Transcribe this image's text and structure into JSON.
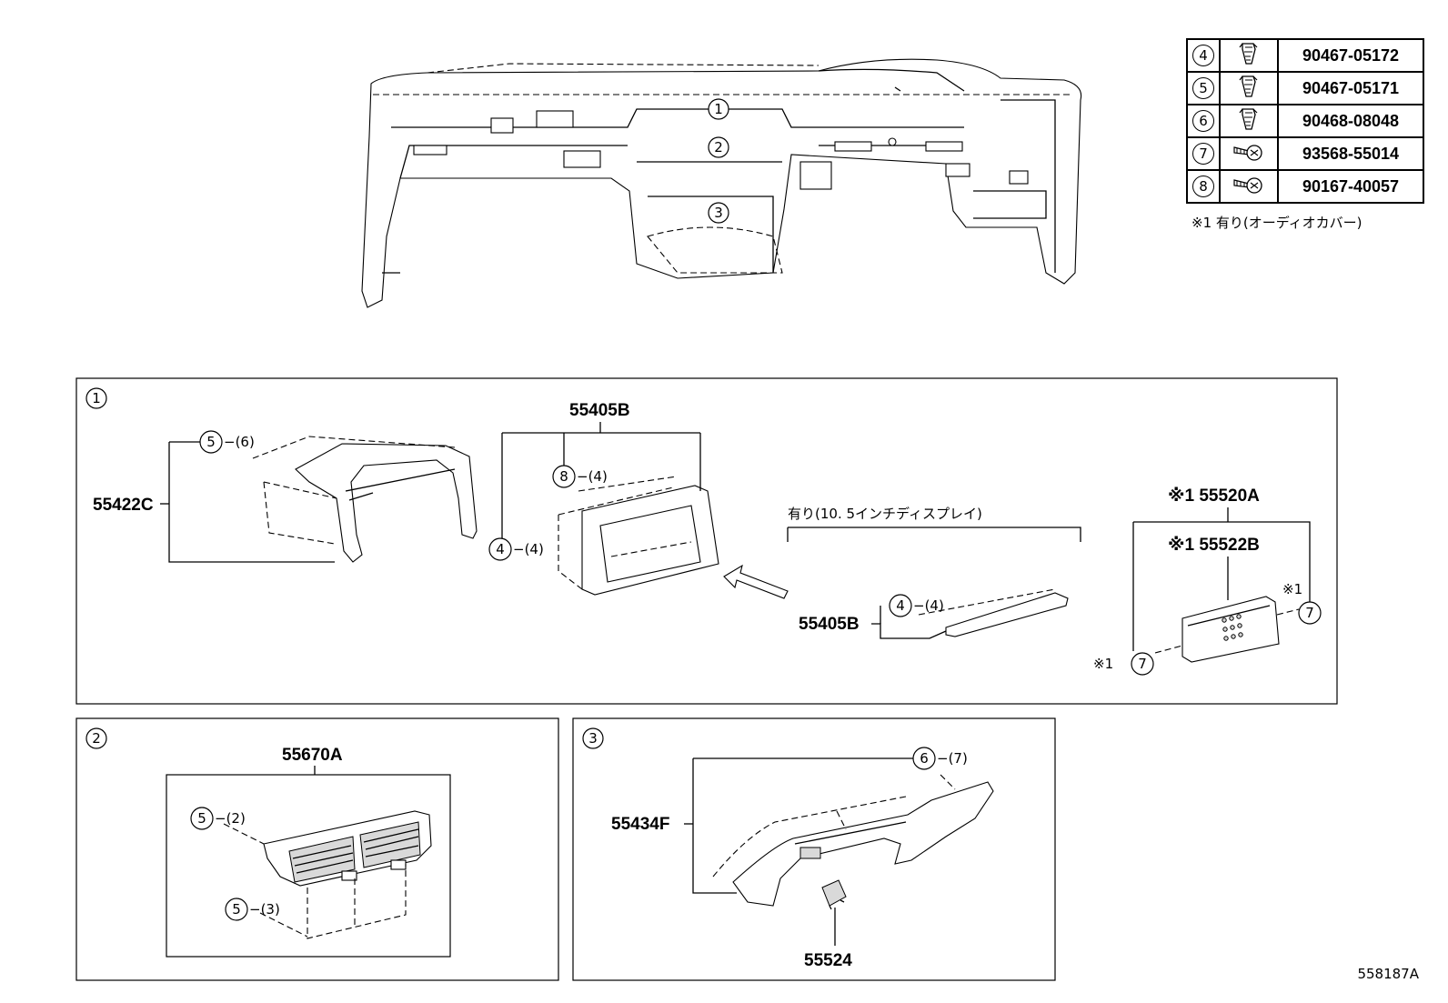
{
  "fastener_table": {
    "rows": [
      {
        "ref": "4",
        "icon": "clip-icon",
        "part_no": "90467-05172"
      },
      {
        "ref": "5",
        "icon": "clip-icon",
        "part_no": "90467-05171"
      },
      {
        "ref": "6",
        "icon": "clip-icon",
        "part_no": "90468-08048"
      },
      {
        "ref": "7",
        "icon": "screw-icon",
        "part_no": "93568-55014"
      },
      {
        "ref": "8",
        "icon": "screw-icon",
        "part_no": "90167-40057"
      }
    ],
    "note": "※1 有り(オーディオカバー)"
  },
  "overview": {
    "callouts": [
      "1",
      "2",
      "3"
    ]
  },
  "panel1": {
    "index": "1",
    "parts": {
      "p55422C": "55422C",
      "p55405B_top": "55405B",
      "p55405B_lower": "55405B",
      "p55520A": "※1 55520A",
      "p55522B": "※1 55522B"
    },
    "fasteners": {
      "f5_ref": "5",
      "f5_qty": "−(6)",
      "f8_ref": "8",
      "f8_qty": "−(4)",
      "f4a_ref": "4",
      "f4a_qty": "−(4)",
      "f4b_ref": "4",
      "f4b_qty": "−(4)",
      "f7a_ref": "7",
      "f7a_mark": "※1",
      "f7b_ref": "7",
      "f7b_mark": "※1"
    },
    "option_label": "有り(10. 5インチディスプレイ)"
  },
  "panel2": {
    "index": "2",
    "parts": {
      "p55670A": "55670A"
    },
    "fasteners": {
      "f5a_ref": "5",
      "f5a_qty": "−(2)",
      "f5b_ref": "5",
      "f5b_qty": "−(3)"
    }
  },
  "panel3": {
    "index": "3",
    "parts": {
      "p55434F": "55434F",
      "p55524": "55524"
    },
    "fasteners": {
      "f6_ref": "6",
      "f6_qty": "−(7)"
    }
  },
  "illustration_id": "558187A"
}
